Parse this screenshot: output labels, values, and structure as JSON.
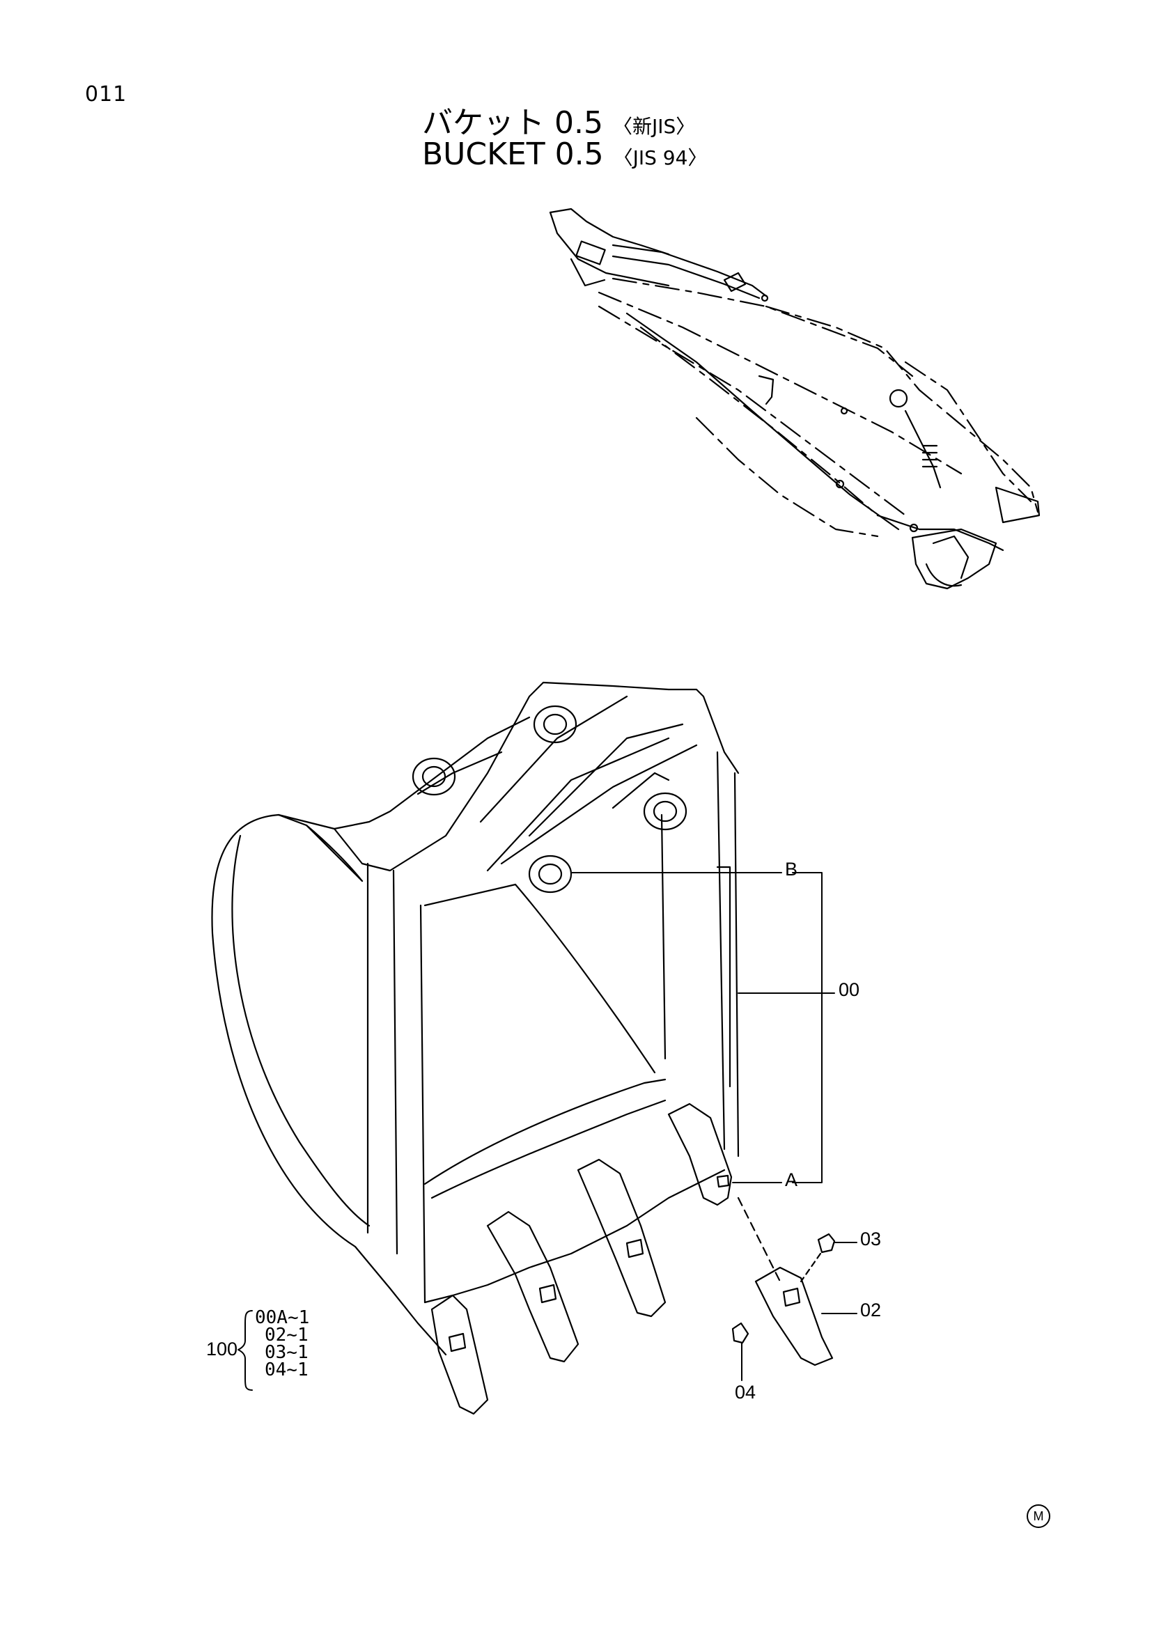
{
  "page_number": "011",
  "title": {
    "japanese": "バケット 0.5",
    "japanese_suffix": "〈新JIS〉",
    "english": "BUCKET 0.5",
    "english_suffix": "〈JIS 94〉"
  },
  "callouts": {
    "b": "B",
    "a": "A",
    "bucket_assembly": "00",
    "tooth": "02",
    "lock_pin": "03",
    "lock": "04"
  },
  "kit": {
    "number": "100",
    "items": [
      "00A~1",
      "02~1",
      "03~1",
      "04~1"
    ]
  },
  "mark": "M",
  "colors": {
    "line": "#000000",
    "background": "#ffffff"
  }
}
